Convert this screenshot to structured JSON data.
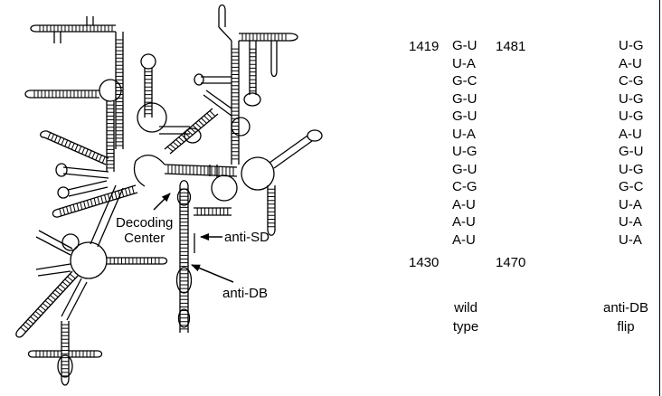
{
  "labels": {
    "decoding_center": [
      "Decoding",
      "Center"
    ],
    "anti_sd": "anti-SD",
    "anti_db": "anti-DB"
  },
  "wild_type": {
    "start_position": "1419",
    "end_position": "1430",
    "pairs": [
      "G-U",
      "U-A",
      "G-C",
      "G-U",
      "G-U",
      "U-A",
      "U-G",
      "G-U",
      "C-G",
      "A-U",
      "A-U",
      "A-U"
    ],
    "caption": [
      "wild",
      "type"
    ]
  },
  "anti_db_flip": {
    "start_position": "1481",
    "end_position": "1470",
    "pairs": [
      "U-G",
      "A-U",
      "C-G",
      "U-G",
      "U-G",
      "A-U",
      "G-U",
      "U-G",
      "G-C",
      "U-A",
      "U-A",
      "U-A"
    ],
    "caption": [
      "anti-DB",
      "flip"
    ]
  }
}
